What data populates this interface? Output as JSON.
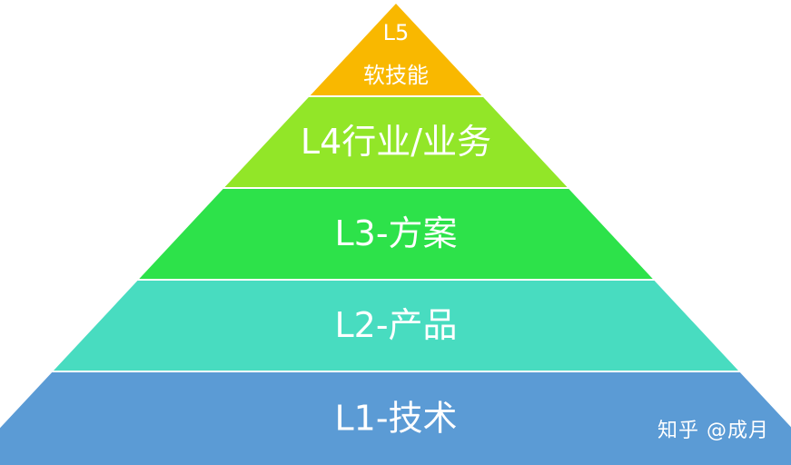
{
  "pyramid": {
    "layers": [
      {
        "lines": [
          "L5",
          "软技能"
        ],
        "color": "#F9B800"
      },
      {
        "lines": [
          "L4行业/业务"
        ],
        "color": "#92E628"
      },
      {
        "lines": [
          "L3-方案"
        ],
        "color": "#2DE24A"
      },
      {
        "lines": [
          "L2-产品"
        ],
        "color": "#48DCC0"
      },
      {
        "lines": [
          "L1-技术"
        ],
        "color": "#5B9BD5"
      }
    ]
  },
  "watermark": "知乎 @成月"
}
